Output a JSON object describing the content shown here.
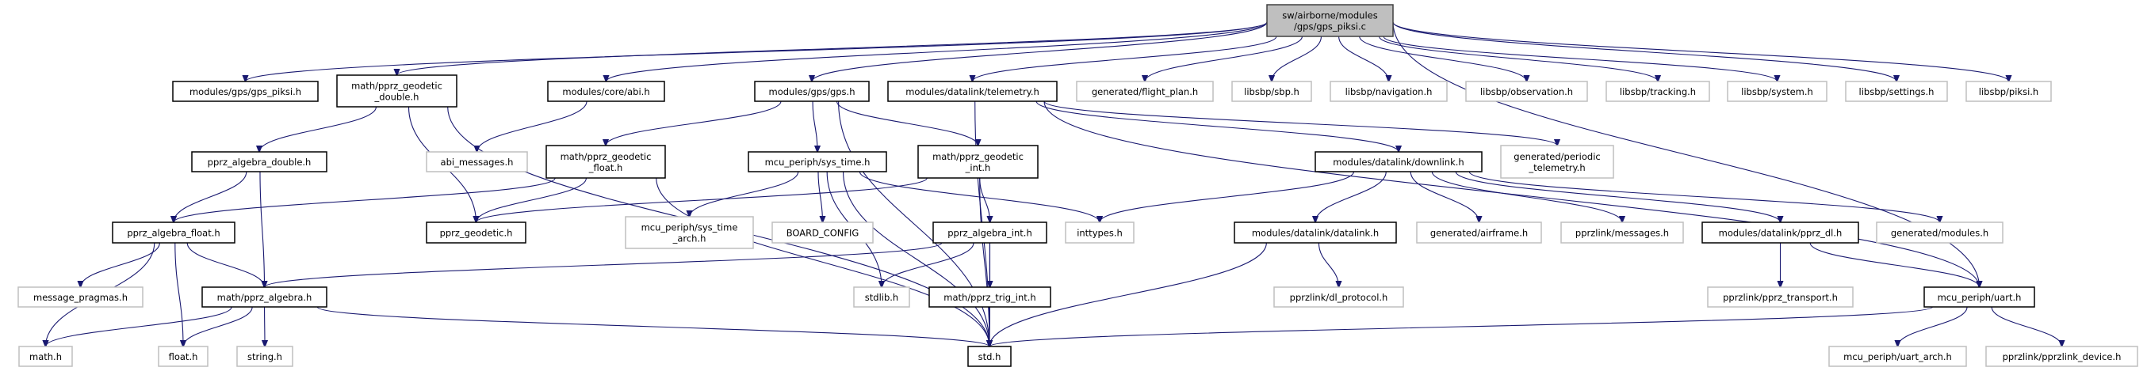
{
  "colors": {
    "edge": "#191970",
    "root_fill": "#bfbfbf",
    "documented_border": "#000000",
    "undocumented_border": "#bfbfbf"
  },
  "nodes": [
    {
      "id": "root",
      "lines": [
        "sw/airborne/modules",
        "/gps/gps_piksi.c"
      ],
      "kind": "root"
    },
    {
      "id": "gps_piksi_h",
      "lines": [
        "modules/gps/gps_piksi.h"
      ],
      "kind": "doc"
    },
    {
      "id": "geodetic_double",
      "lines": [
        "math/pprz_geodetic",
        "_double.h"
      ],
      "kind": "doc"
    },
    {
      "id": "abi",
      "lines": [
        "modules/core/abi.h"
      ],
      "kind": "doc"
    },
    {
      "id": "gps",
      "lines": [
        "modules/gps/gps.h"
      ],
      "kind": "doc"
    },
    {
      "id": "telemetry",
      "lines": [
        "modules/datalink/telemetry.h"
      ],
      "kind": "doc"
    },
    {
      "id": "flight_plan",
      "lines": [
        "generated/flight_plan.h"
      ],
      "kind": "undoc"
    },
    {
      "id": "sbp",
      "lines": [
        "libsbp/sbp.h"
      ],
      "kind": "undoc"
    },
    {
      "id": "navigation",
      "lines": [
        "libsbp/navigation.h"
      ],
      "kind": "undoc"
    },
    {
      "id": "observation",
      "lines": [
        "libsbp/observation.h"
      ],
      "kind": "undoc"
    },
    {
      "id": "tracking",
      "lines": [
        "libsbp/tracking.h"
      ],
      "kind": "undoc"
    },
    {
      "id": "system",
      "lines": [
        "libsbp/system.h"
      ],
      "kind": "undoc"
    },
    {
      "id": "settings",
      "lines": [
        "libsbp/settings.h"
      ],
      "kind": "undoc"
    },
    {
      "id": "piksi",
      "lines": [
        "libsbp/piksi.h"
      ],
      "kind": "undoc"
    },
    {
      "id": "algebra_double",
      "lines": [
        "pprz_algebra_double.h"
      ],
      "kind": "doc"
    },
    {
      "id": "abi_messages",
      "lines": [
        "abi_messages.h"
      ],
      "kind": "undoc"
    },
    {
      "id": "geodetic_float",
      "lines": [
        "math/pprz_geodetic",
        "_float.h"
      ],
      "kind": "doc"
    },
    {
      "id": "sys_time",
      "lines": [
        "mcu_periph/sys_time.h"
      ],
      "kind": "doc"
    },
    {
      "id": "geodetic_int",
      "lines": [
        "math/pprz_geodetic",
        "_int.h"
      ],
      "kind": "doc"
    },
    {
      "id": "downlink",
      "lines": [
        "modules/datalink/downlink.h"
      ],
      "kind": "doc"
    },
    {
      "id": "periodic_telemetry",
      "lines": [
        "generated/periodic",
        "_telemetry.h"
      ],
      "kind": "undoc"
    },
    {
      "id": "algebra_float",
      "lines": [
        "pprz_algebra_float.h"
      ],
      "kind": "doc"
    },
    {
      "id": "pprz_geodetic",
      "lines": [
        "pprz_geodetic.h"
      ],
      "kind": "doc"
    },
    {
      "id": "sys_time_arch",
      "lines": [
        "mcu_periph/sys_time",
        "_arch.h"
      ],
      "kind": "undoc"
    },
    {
      "id": "board_config",
      "lines": [
        "BOARD_CONFIG"
      ],
      "kind": "undoc"
    },
    {
      "id": "algebra_int",
      "lines": [
        "pprz_algebra_int.h"
      ],
      "kind": "doc"
    },
    {
      "id": "inttypes",
      "lines": [
        "inttypes.h"
      ],
      "kind": "undoc"
    },
    {
      "id": "datalink",
      "lines": [
        "modules/datalink/datalink.h"
      ],
      "kind": "doc"
    },
    {
      "id": "airframe",
      "lines": [
        "generated/airframe.h"
      ],
      "kind": "undoc"
    },
    {
      "id": "messages",
      "lines": [
        "pprzlink/messages.h"
      ],
      "kind": "undoc"
    },
    {
      "id": "pprz_dl",
      "lines": [
        "modules/datalink/pprz_dl.h"
      ],
      "kind": "doc"
    },
    {
      "id": "modules_h",
      "lines": [
        "generated/modules.h"
      ],
      "kind": "undoc"
    },
    {
      "id": "message_pragmas",
      "lines": [
        "message_pragmas.h"
      ],
      "kind": "undoc"
    },
    {
      "id": "math_algebra",
      "lines": [
        "math/pprz_algebra.h"
      ],
      "kind": "doc"
    },
    {
      "id": "stdlib",
      "lines": [
        "stdlib.h"
      ],
      "kind": "undoc"
    },
    {
      "id": "trig_int",
      "lines": [
        "math/pprz_trig_int.h"
      ],
      "kind": "doc"
    },
    {
      "id": "dl_protocol",
      "lines": [
        "pprzlink/dl_protocol.h"
      ],
      "kind": "undoc"
    },
    {
      "id": "pprz_transport",
      "lines": [
        "pprzlink/pprz_transport.h"
      ],
      "kind": "undoc"
    },
    {
      "id": "uart",
      "lines": [
        "mcu_periph/uart.h"
      ],
      "kind": "doc"
    },
    {
      "id": "math_h",
      "lines": [
        "math.h"
      ],
      "kind": "undoc"
    },
    {
      "id": "float_h",
      "lines": [
        "float.h"
      ],
      "kind": "undoc"
    },
    {
      "id": "string_h",
      "lines": [
        "string.h"
      ],
      "kind": "undoc"
    },
    {
      "id": "std",
      "lines": [
        "std.h"
      ],
      "kind": "doc"
    },
    {
      "id": "uart_arch",
      "lines": [
        "mcu_periph/uart_arch.h"
      ],
      "kind": "undoc"
    },
    {
      "id": "pprzlink_device",
      "lines": [
        "pprzlink/pprzlink_device.h"
      ],
      "kind": "undoc"
    }
  ],
  "edges": [
    [
      "root",
      "gps_piksi_h"
    ],
    [
      "root",
      "geodetic_double"
    ],
    [
      "root",
      "abi"
    ],
    [
      "root",
      "gps"
    ],
    [
      "root",
      "telemetry"
    ],
    [
      "root",
      "flight_plan"
    ],
    [
      "root",
      "sbp"
    ],
    [
      "root",
      "navigation"
    ],
    [
      "root",
      "observation"
    ],
    [
      "root",
      "tracking"
    ],
    [
      "root",
      "system"
    ],
    [
      "root",
      "settings"
    ],
    [
      "root",
      "piksi"
    ],
    [
      "root",
      "uart"
    ],
    [
      "geodetic_double",
      "algebra_double"
    ],
    [
      "geodetic_double",
      "pprz_geodetic"
    ],
    [
      "geodetic_double",
      "std"
    ],
    [
      "abi",
      "abi_messages"
    ],
    [
      "algebra_double",
      "algebra_float"
    ],
    [
      "algebra_double",
      "math_algebra"
    ],
    [
      "geodetic_float",
      "algebra_float"
    ],
    [
      "geodetic_float",
      "pprz_geodetic"
    ],
    [
      "geodetic_float",
      "std"
    ],
    [
      "algebra_float",
      "math_h"
    ],
    [
      "algebra_float",
      "message_pragmas"
    ],
    [
      "algebra_float",
      "float_h"
    ],
    [
      "algebra_float",
      "math_algebra"
    ],
    [
      "math_algebra",
      "math_h"
    ],
    [
      "math_algebra",
      "float_h"
    ],
    [
      "math_algebra",
      "string_h"
    ],
    [
      "math_algebra",
      "std"
    ],
    [
      "gps",
      "geodetic_float"
    ],
    [
      "gps",
      "sys_time"
    ],
    [
      "gps",
      "geodetic_int"
    ],
    [
      "gps",
      "std"
    ],
    [
      "sys_time",
      "sys_time_arch"
    ],
    [
      "sys_time",
      "board_config"
    ],
    [
      "sys_time",
      "stdlib"
    ],
    [
      "sys_time",
      "inttypes"
    ],
    [
      "sys_time",
      "std"
    ],
    [
      "geodetic_int",
      "pprz_geodetic"
    ],
    [
      "geodetic_int",
      "algebra_int"
    ],
    [
      "geodetic_int",
      "std"
    ],
    [
      "algebra_int",
      "math_algebra"
    ],
    [
      "algebra_int",
      "stdlib"
    ],
    [
      "algebra_int",
      "trig_int"
    ],
    [
      "algebra_int",
      "std"
    ],
    [
      "trig_int",
      "std"
    ],
    [
      "telemetry",
      "std"
    ],
    [
      "telemetry",
      "downlink"
    ],
    [
      "telemetry",
      "periodic_telemetry"
    ],
    [
      "telemetry",
      "uart"
    ],
    [
      "downlink",
      "inttypes"
    ],
    [
      "downlink",
      "datalink"
    ],
    [
      "downlink",
      "airframe"
    ],
    [
      "downlink",
      "messages"
    ],
    [
      "downlink",
      "pprz_dl"
    ],
    [
      "downlink",
      "modules_h"
    ],
    [
      "datalink",
      "dl_protocol"
    ],
    [
      "datalink",
      "std"
    ],
    [
      "pprz_dl",
      "pprz_transport"
    ],
    [
      "pprz_dl",
      "uart"
    ],
    [
      "uart",
      "std"
    ],
    [
      "uart",
      "uart_arch"
    ],
    [
      "uart",
      "pprzlink_device"
    ]
  ]
}
